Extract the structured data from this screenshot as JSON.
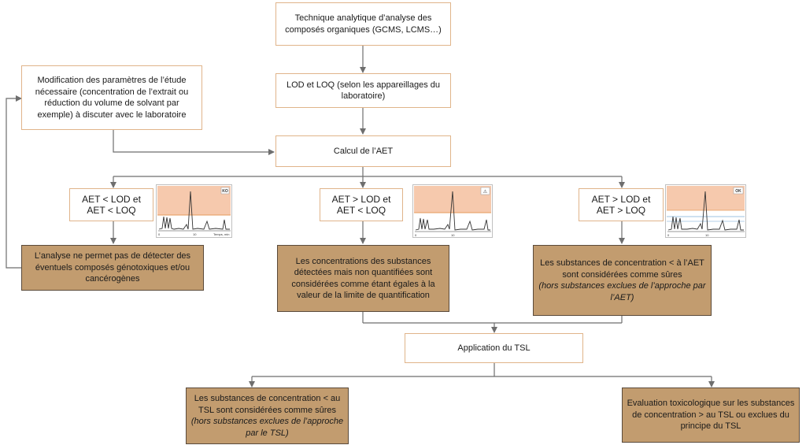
{
  "boxes": {
    "technique": "Technique analytique d’analyse des composés organiques (GCMS, LCMS…)",
    "lod_loq": "LOD et LOQ (selon les appareillages du laboratoire)",
    "modification": "Modification des paramètres de l’étude nécessaire (concentration de l’extrait ou réduction du volume de solvant par exemple) à discuter avec le laboratoire",
    "calcul": "Calcul de l’AET",
    "cond_left": {
      "line1": "AET < LOD et",
      "line2": "AET < LOQ"
    },
    "cond_mid": {
      "line1": "AET > LOD et",
      "line2": "AET < LOQ"
    },
    "cond_right": {
      "line1": "AET > LOD et",
      "line2": "AET > LOQ"
    },
    "result_left": "L’analyse ne permet pas de détecter des éventuels composés génotoxiques et/ou cancérogènes",
    "result_mid": "Les concentrations des substances détectées mais non quantifiées sont considérées comme étant égales à la valeur de la limite de quantification",
    "result_right": {
      "text": "Les substances de concentration < à l’AET sont considérées comme sûres",
      "note": "(hors substances exclues de l’approche par l’AET)"
    },
    "tsl": "Application du TSL",
    "tsl_left": {
      "text": "Les substances de concentration < au TSL sont considérées comme sûres",
      "note": "(hors substances exclues de l’approche par le TSL)"
    },
    "tsl_right": "Evaluation toxicologique sur les substances de concentration > au TSL ou exclues du principe du TSL"
  },
  "chromatograms": {
    "left": {
      "badge": "KO",
      "axis_start": "0",
      "axis_mid": "10",
      "axis_label": "Temps, min",
      "colors": {
        "band": "#f6c9ad",
        "line": "#e69a5a"
      }
    },
    "mid": {
      "badge": "⚠",
      "axis_start": "0",
      "axis_mid": "10",
      "colors": {
        "band": "#f6c9ad",
        "line": "#e69a5a"
      }
    },
    "right": {
      "badge": "OK",
      "axis_start": "0",
      "axis_mid": "10",
      "colors": {
        "band": "#f6c9ad",
        "line": "#9cc3e0"
      }
    }
  },
  "colors": {
    "connector": "#6e6e6e",
    "box_border": "#e0b48a",
    "box_fill_brown": "#c29c6f",
    "box_border_brown": "#5a4a3a"
  }
}
